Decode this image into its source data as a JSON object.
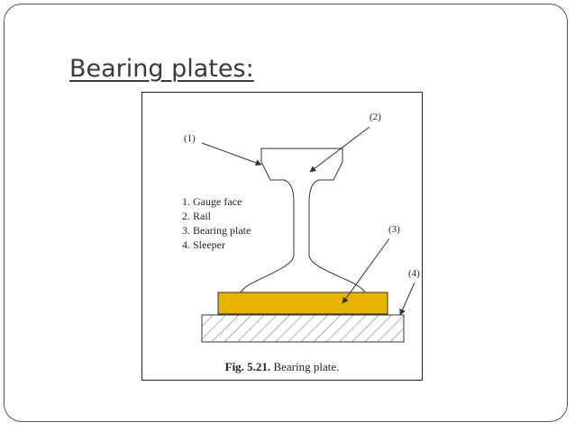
{
  "slide": {
    "title": "Bearing plates:"
  },
  "figure": {
    "callouts": {
      "c1": "(1)",
      "c2": "(2)",
      "c3": "(3)",
      "c4": "(4)"
    },
    "legend": [
      "1. Gauge face",
      "2. Rail",
      "3. Bearing plate",
      "4. Sleeper"
    ],
    "caption": {
      "label": "Fig. 5.21.",
      "text": "Bearing plate."
    },
    "colors": {
      "bearing_plate": "#e6b400",
      "line": "#333333",
      "hatch": "#666666"
    }
  }
}
